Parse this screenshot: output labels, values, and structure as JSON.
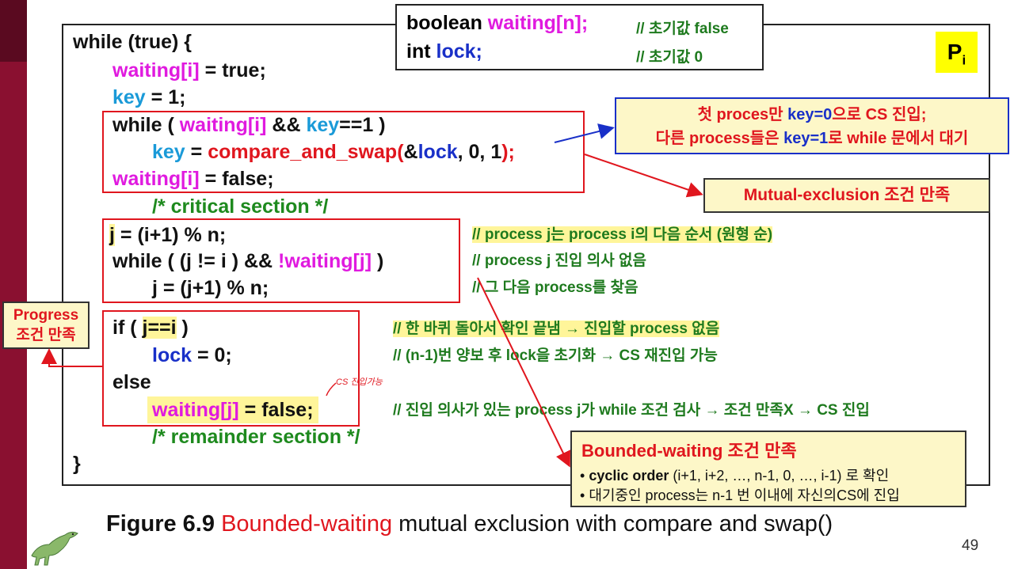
{
  "declarations": {
    "line1_type": "boolean",
    "line1_var": "waiting[n];",
    "line1_comment": "// 초기값 false",
    "line2_type": "int",
    "line2_var": "lock;",
    "line2_comment": "// 초기값 0"
  },
  "process_label": {
    "main": "P",
    "sub": "i"
  },
  "code": {
    "l1": "while (true) {",
    "l2_a": "waiting[i]",
    "l2_b": " = true;",
    "l3_a": "key",
    "l3_b": " = 1;",
    "l4_a": "while ( ",
    "l4_b": "waiting[i]",
    "l4_c": " && ",
    "l4_d": "key",
    "l4_e": "==1 )",
    "l5_a": "key",
    "l5_b": " = ",
    "l5_c": "compare_and_swap(",
    "l5_d": "&",
    "l5_e": "lock",
    "l5_f": ", 0, 1",
    "l5_g": ");",
    "l6_a": "waiting[i]",
    "l6_b": " = false;",
    "l7": "/* critical section */",
    "l8_a": "j",
    "l8_b": " = (i+1) % n;",
    "l9_a": "while ( (j != i ) && ",
    "l9_b": "!waiting[j]",
    "l9_c": " )",
    "l10": "j = (j+1) % n;",
    "l11_a": "if ( ",
    "l11_b": "j==i",
    "l11_c": " )",
    "l12_a": "lock",
    "l12_b": " = 0;",
    "l13": "else",
    "l14_a": "waiting[j]",
    "l14_b": " = false;",
    "l15": "/* remainder section */",
    "l16": "}"
  },
  "comments": {
    "c1": "// process j는 process i의 다음 순서 (원형 순)",
    "c2": "// process j 진입 의사 없음",
    "c3": "// 그 다음 process를 찾음",
    "c4": "// 한 바퀴 돌아서 확인 끝냄 → 진입할 process 없음",
    "c5": "// (n-1)번 양보 후 lock을 초기화 → CS 재진입 가능",
    "c6": "// 진입 의사가 있는 process j가 while 조건 검사 → 조건 만족X → CS 진입"
  },
  "callouts": {
    "cas": {
      "line1_a": "첫 proces만 ",
      "line1_b": "key=0",
      "line1_c": "으로 CS 진입;",
      "line2_a": "다른 process들은 ",
      "line2_b": "key=1",
      "line2_c": "로 while 문에서 대기"
    },
    "mutual_exclusion": "Mutual-exclusion 조건 만족",
    "progress_line1": "Progress",
    "progress_line2": "조건 만족",
    "bounded": {
      "title": "Bounded-waiting 조건 만족",
      "item1_bold": "cyclic order",
      "item1_rest": " (i+1, i+2, …, n-1, 0, …, i-1) 로 확인",
      "item2": "대기중인 process는 n-1 번 이내에 자신의CS에 진입"
    },
    "handwritten": "CS 진입가능"
  },
  "caption": {
    "figure": "Figure 6.9",
    "red_part": "Bounded-waiting",
    "rest": " mutual exclusion with compare and swap()"
  },
  "page_number": "49",
  "colors": {
    "magenta": "#e01adf",
    "cyan": "#1a9ad8",
    "blue": "#1930c8",
    "red": "#e0161e",
    "green": "#1e8a1e",
    "highlight": "#fff59a",
    "sidebar": "#8a1030"
  }
}
